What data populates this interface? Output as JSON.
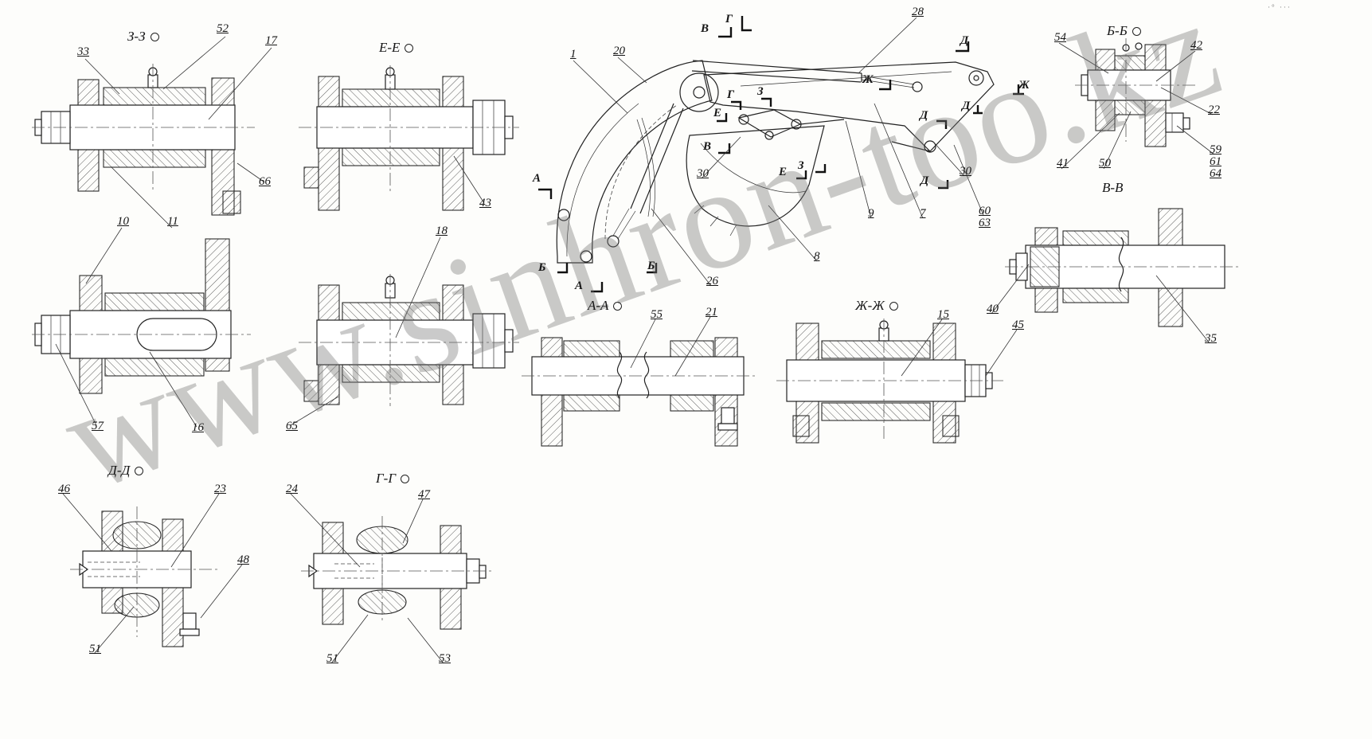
{
  "watermark": {
    "text": "www.sinhron-too.kz"
  },
  "corner_mark": "·° ···",
  "sections": [
    {
      "id": "z-z",
      "label": "З-З"
    },
    {
      "id": "e-e",
      "label": "Е-Е"
    },
    {
      "id": "b-b",
      "label": "Б-Б"
    },
    {
      "id": "v-v",
      "label": "В-В"
    },
    {
      "id": "a-a",
      "label": "А-А"
    },
    {
      "id": "zh-zh",
      "label": "Ж-Ж"
    },
    {
      "id": "d-d",
      "label": "Д-Д"
    },
    {
      "id": "g-g",
      "label": "Г-Г"
    }
  ],
  "callouts": [
    {
      "n": "52"
    },
    {
      "n": "17"
    },
    {
      "n": "33"
    },
    {
      "n": "66"
    },
    {
      "n": "43"
    },
    {
      "n": "10"
    },
    {
      "n": "11"
    },
    {
      "n": "18"
    },
    {
      "n": "57"
    },
    {
      "n": "16"
    },
    {
      "n": "65"
    },
    {
      "n": "28"
    },
    {
      "n": "1"
    },
    {
      "n": "20"
    },
    {
      "n": "54"
    },
    {
      "n": "42"
    },
    {
      "n": "22"
    },
    {
      "n": "59"
    },
    {
      "n": "61"
    },
    {
      "n": "64"
    },
    {
      "n": "41"
    },
    {
      "n": "50"
    },
    {
      "n": "30"
    },
    {
      "n": "30"
    },
    {
      "n": "9"
    },
    {
      "n": "7"
    },
    {
      "n": "60"
    },
    {
      "n": "63"
    },
    {
      "n": "8"
    },
    {
      "n": "26"
    },
    {
      "n": "55"
    },
    {
      "n": "21"
    },
    {
      "n": "15"
    },
    {
      "n": "45"
    },
    {
      "n": "40"
    },
    {
      "n": "35"
    },
    {
      "n": "46"
    },
    {
      "n": "23"
    },
    {
      "n": "24"
    },
    {
      "n": "47"
    },
    {
      "n": "48"
    },
    {
      "n": "51"
    },
    {
      "n": "51"
    },
    {
      "n": "53"
    }
  ],
  "view_markers": [
    {
      "t": "В"
    },
    {
      "t": "Г"
    },
    {
      "t": "Д"
    },
    {
      "t": "Ж"
    },
    {
      "t": "Ж"
    },
    {
      "t": "Г"
    },
    {
      "t": "З"
    },
    {
      "t": "Е"
    },
    {
      "t": "Д"
    },
    {
      "t": "Д"
    },
    {
      "t": "В"
    },
    {
      "t": "Е"
    },
    {
      "t": "З"
    },
    {
      "t": "Д"
    },
    {
      "t": "А"
    },
    {
      "t": "А"
    },
    {
      "t": "Б"
    },
    {
      "t": "Б"
    }
  ]
}
